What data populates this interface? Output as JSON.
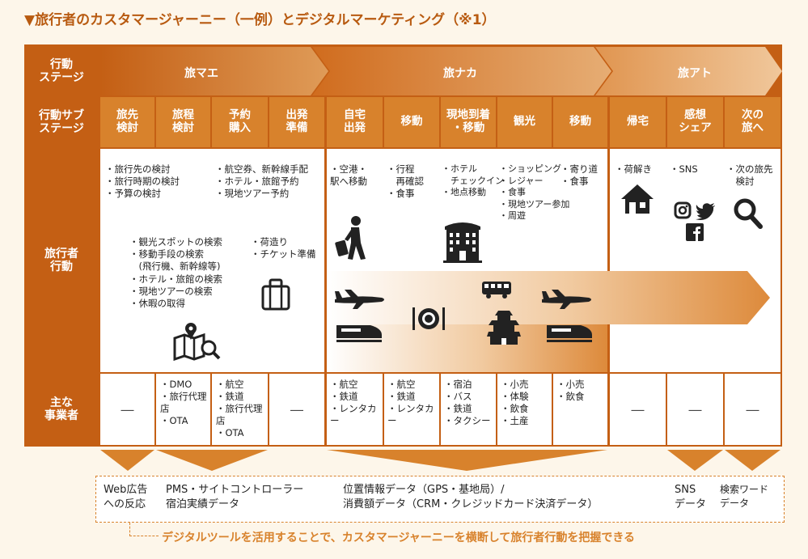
{
  "title": "▼旅行者のカスタマージャーニー（一例）とデジタルマーケティング（※1）",
  "colors": {
    "dark": "#c45f14",
    "mid": "#d8822c",
    "light": "#f2d4ae",
    "bg": "#fdf6ea"
  },
  "rows": {
    "stage": "行動\nステージ",
    "substage": "行動サブ\nステージ",
    "behavior": "旅行者\n行動",
    "business": "主な\n事業者"
  },
  "stages": [
    "旅マエ",
    "旅ナカ",
    "旅アト"
  ],
  "substages": [
    "旅先\n検討",
    "旅程\n検討",
    "予約\n購入",
    "出発\n準備",
    "自宅\n出発",
    "移動",
    "現地到着\n・移動",
    "観光",
    "移動",
    "帰宅",
    "感想\nシェア",
    "次の\n旅へ"
  ],
  "behaviors": {
    "mae_top_left": "・旅行先の検討\n・旅行時期の検討\n・予算の検討",
    "mae_top_right": "・航空券、新幹線手配\n・ホテル・旅館予約\n・現地ツアー予約",
    "mae_mid_left": "・観光スポットの検索\n・移動手段の検索\n　(飛行機、新幹線等)\n・ホテル・旅館の検索\n・現地ツアーの検索\n・休暇の取得",
    "mae_mid_right": "・荷造り\n・チケット準備",
    "naka_1": "・空港・\n駅へ移動",
    "naka_2": "・行程\n　再確認\n・食事",
    "naka_3": "・ホテル\n　チェックイン\n・地点移動",
    "naka_4": "・ショッピング\n・レジャー\n・食事\n・現地ツアー参加\n・周遊",
    "naka_5": "・寄り道\n・食事",
    "ato_1": "・荷解き",
    "ato_2": "・SNS",
    "ato_3": "・次の旅先\n　検討"
  },
  "businesses": [
    "―",
    "・DMO\n・旅行代理店\n・OTA",
    "・航空\n・鉄道\n・旅行代理店\n・OTA",
    "―",
    "・航空\n・鉄道\n・レンタカー",
    "・航空\n・鉄道\n・レンタカー",
    "・宿泊\n・バス\n・鉄道\n・タクシー",
    "・小売\n・体験\n・飲食\n・土産",
    "・小売\n・飲食",
    "―",
    "―",
    "―"
  ],
  "data_sources": {
    "web": "Web広告\nへの反応",
    "pms": "PMS・サイトコントローラー\n宿泊実績データ",
    "location": "位置情報データ（GPS・基地局）/\n消費額データ（CRM・クレジッドカード決済データ）",
    "sns": "SNS\nデータ",
    "search": "検索ワード\nデータ"
  },
  "footer": "デジタルツールを活用することで、カスタマージャーニーを横断して旅行者行動を把握できる",
  "icons": [
    "map-search-icon",
    "suitcase-icon",
    "traveler-icon",
    "hotel-icon",
    "airplane-icon",
    "train-icon",
    "dining-icon",
    "bus-icon",
    "castle-icon",
    "house-icon",
    "instagram-icon",
    "twitter-icon",
    "facebook-icon",
    "magnifier-icon"
  ]
}
